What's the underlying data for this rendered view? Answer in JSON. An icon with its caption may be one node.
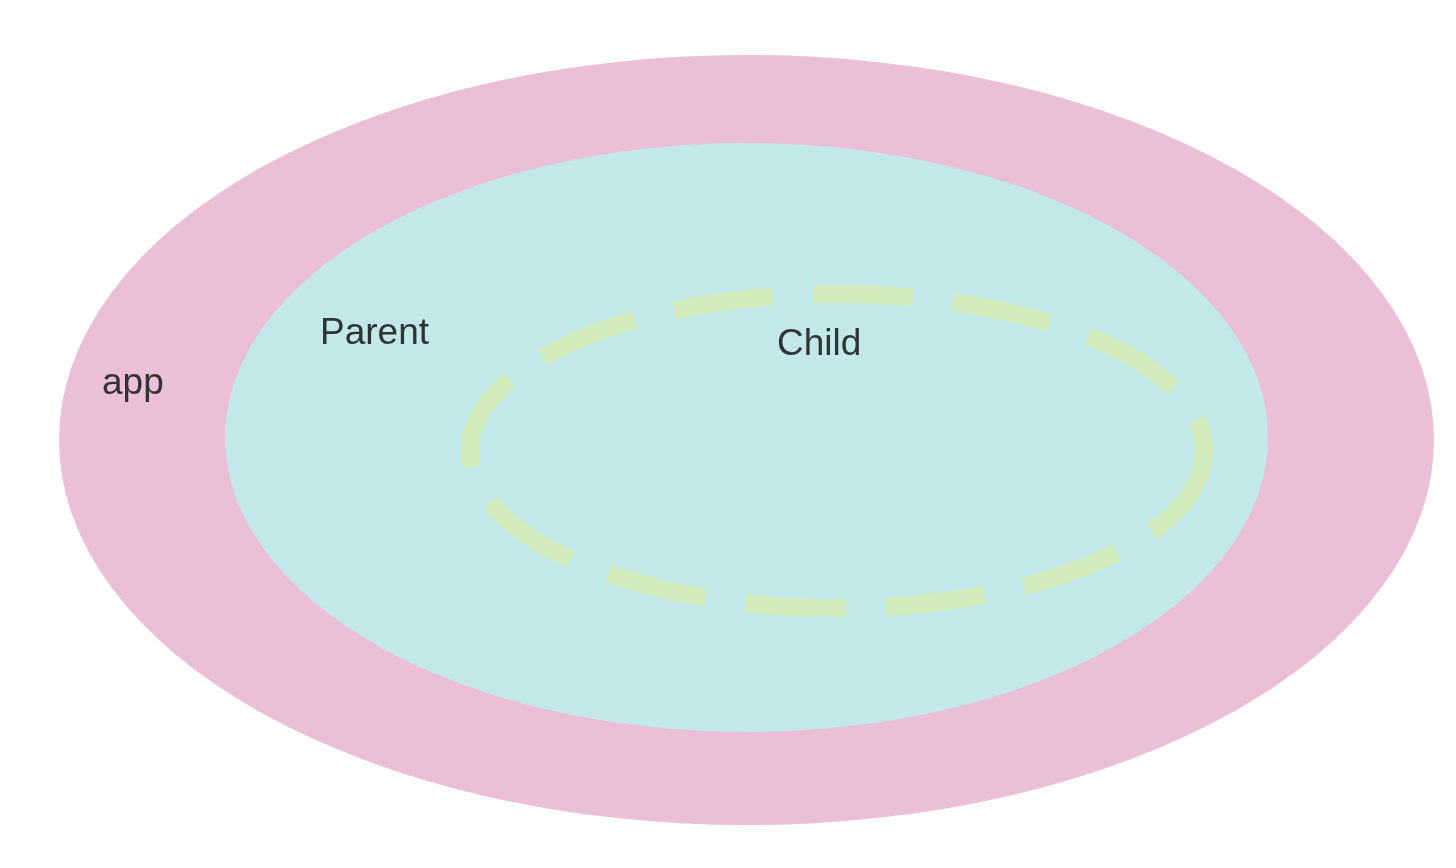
{
  "diagram": {
    "nodes": [
      {
        "text": [
          "app"
        ]
      },
      {
        "text": [
          "Parent"
        ],
        "in": 0
      },
      {
        "text": [
          "Child"
        ],
        "in": 1
      }
    ]
  }
}
